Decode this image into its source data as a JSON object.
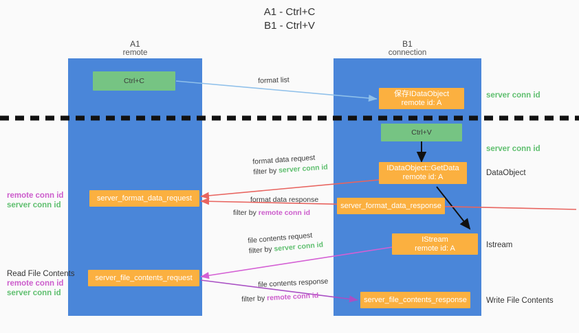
{
  "header": {
    "line1": "A1 - Ctrl+C",
    "line2": "B1 - Ctrl+V"
  },
  "lanes": [
    {
      "id": "a1",
      "title": "A1",
      "subtitle": "remote",
      "color": "#4a86d9"
    },
    {
      "id": "b1",
      "title": "B1",
      "subtitle": "connection",
      "color": "#4a86d9"
    }
  ],
  "nodes": [
    {
      "id": "ctrl-c",
      "label": "Ctrl+C",
      "sub": "",
      "style": "green"
    },
    {
      "id": "save-idataobject",
      "label": "保存IDataObject",
      "sub": "remote id: A",
      "style": "orange"
    },
    {
      "id": "ctrl-v",
      "label": "Ctrl+V",
      "sub": "",
      "style": "green"
    },
    {
      "id": "idataobject-getdata",
      "label": "IDataObject::GetData",
      "sub": "remote id: A",
      "style": "orange"
    },
    {
      "id": "server-format-data-request",
      "label": "server_format_data_request",
      "sub": "",
      "style": "orange"
    },
    {
      "id": "server-format-data-response",
      "label": "server_format_data_response",
      "sub": "",
      "style": "orange"
    },
    {
      "id": "istream",
      "label": "IStream",
      "sub": "remote id: A",
      "style": "orange"
    },
    {
      "id": "server-file-contents-request",
      "label": "server_file_contents_request",
      "sub": "",
      "style": "orange"
    },
    {
      "id": "server-file-contents-response",
      "label": "server_file_contents_response",
      "sub": "",
      "style": "orange"
    }
  ],
  "right_annotations": [
    {
      "id": "ann-server-conn-id-1",
      "text": "server conn id",
      "kind": "green"
    },
    {
      "id": "ann-server-conn-id-2",
      "text": "server conn id",
      "kind": "green"
    },
    {
      "id": "ann-dataobject",
      "text": "DataObject",
      "kind": "plain"
    },
    {
      "id": "ann-istream",
      "text": "Istream",
      "kind": "plain"
    },
    {
      "id": "ann-write-file",
      "text": "Write File Contents",
      "kind": "plain"
    }
  ],
  "left_annotations": [
    {
      "id": "ann-left-conn-1",
      "line1": "remote conn id",
      "line2": "server conn id",
      "title": ""
    },
    {
      "id": "ann-left-conn-2",
      "line1": "remote conn id",
      "line2": "server conn id",
      "title": "Read File Contents"
    }
  ],
  "edges": [
    {
      "id": "edge-format-list",
      "label": "format list",
      "filter_prefix": "",
      "filter_value": "",
      "filter_kind": ""
    },
    {
      "id": "edge-format-data-request",
      "label": "format data request",
      "filter_prefix": "filter by",
      "filter_value": "server conn id",
      "filter_kind": "green"
    },
    {
      "id": "edge-format-data-response",
      "label": "format data response",
      "filter_prefix": "filter by",
      "filter_value": "remote conn id",
      "filter_kind": "purple"
    },
    {
      "id": "edge-file-contents-request",
      "label": "file contents request",
      "filter_prefix": "filter by",
      "filter_value": "server conn id",
      "filter_kind": "green"
    },
    {
      "id": "edge-file-contents-response",
      "label": "file contents response",
      "filter_prefix": "filter by",
      "filter_value": "remote conn id",
      "filter_kind": "purple"
    }
  ],
  "colors": {
    "lane": "#4a86d9",
    "green_node": "#76c483",
    "orange_node": "#fbb040",
    "green_text": "#5fbf6f",
    "purple_text": "#cc5ccc",
    "arrow_blue": "#8fc0ea",
    "arrow_red": "#e8645f",
    "arrow_magenta": "#d45fd4",
    "arrow_purple": "#a94fc4",
    "arrow_black": "#111111",
    "dashed_line": "#111111",
    "background": "#fafafa"
  }
}
